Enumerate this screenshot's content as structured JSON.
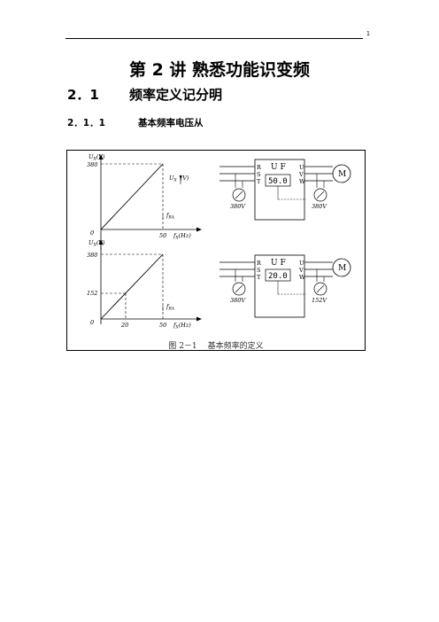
{
  "header": {
    "page_number": "1"
  },
  "title": "第 2 讲  熟悉功能识变频",
  "section": {
    "number": "2．1",
    "title": "频率定义记分明"
  },
  "subsection": {
    "number": "2．1．1",
    "title": "基本频率电压从"
  },
  "figure": {
    "caption_number": "图 2－1",
    "caption_text": "基本频率的定义",
    "top_chart": {
      "y_axis_label": "U",
      "y_axis_sub": "X",
      "y_axis_unit": "(V)",
      "y_tick": "380",
      "x_axis_label": "f",
      "x_axis_sub": "X",
      "x_axis_unit": "(Hz)",
      "x_tick": "50",
      "origin": "0",
      "annot_u": "U",
      "annot_u_sub": "X",
      "annot_u_unit": "(V)",
      "annot_f": "f",
      "annot_f_sub": "BA"
    },
    "bottom_chart": {
      "y_axis_label": "U",
      "y_axis_sub": "X",
      "y_axis_unit": "(V)",
      "y_tick_top": "380",
      "y_tick_mid": "152",
      "x_axis_label": "f",
      "x_axis_sub": "X",
      "x_axis_unit": "(Hz)",
      "x_tick_mid": "20",
      "x_tick_end": "50",
      "origin": "0",
      "annot_f": "f",
      "annot_f_sub": "BA"
    },
    "top_circuit": {
      "inputs": [
        "R",
        "S",
        "T"
      ],
      "outputs": [
        "U",
        "V",
        "W"
      ],
      "box_label": "U F",
      "display": "50.0",
      "motor": "M",
      "input_voltage": "380V",
      "output_voltage": "380V"
    },
    "bottom_circuit": {
      "inputs": [
        "R",
        "S",
        "T"
      ],
      "outputs": [
        "U",
        "V",
        "W"
      ],
      "box_label": "U F",
      "display": "20.0",
      "motor": "M",
      "input_voltage": "380V",
      "output_voltage": "152V"
    }
  }
}
